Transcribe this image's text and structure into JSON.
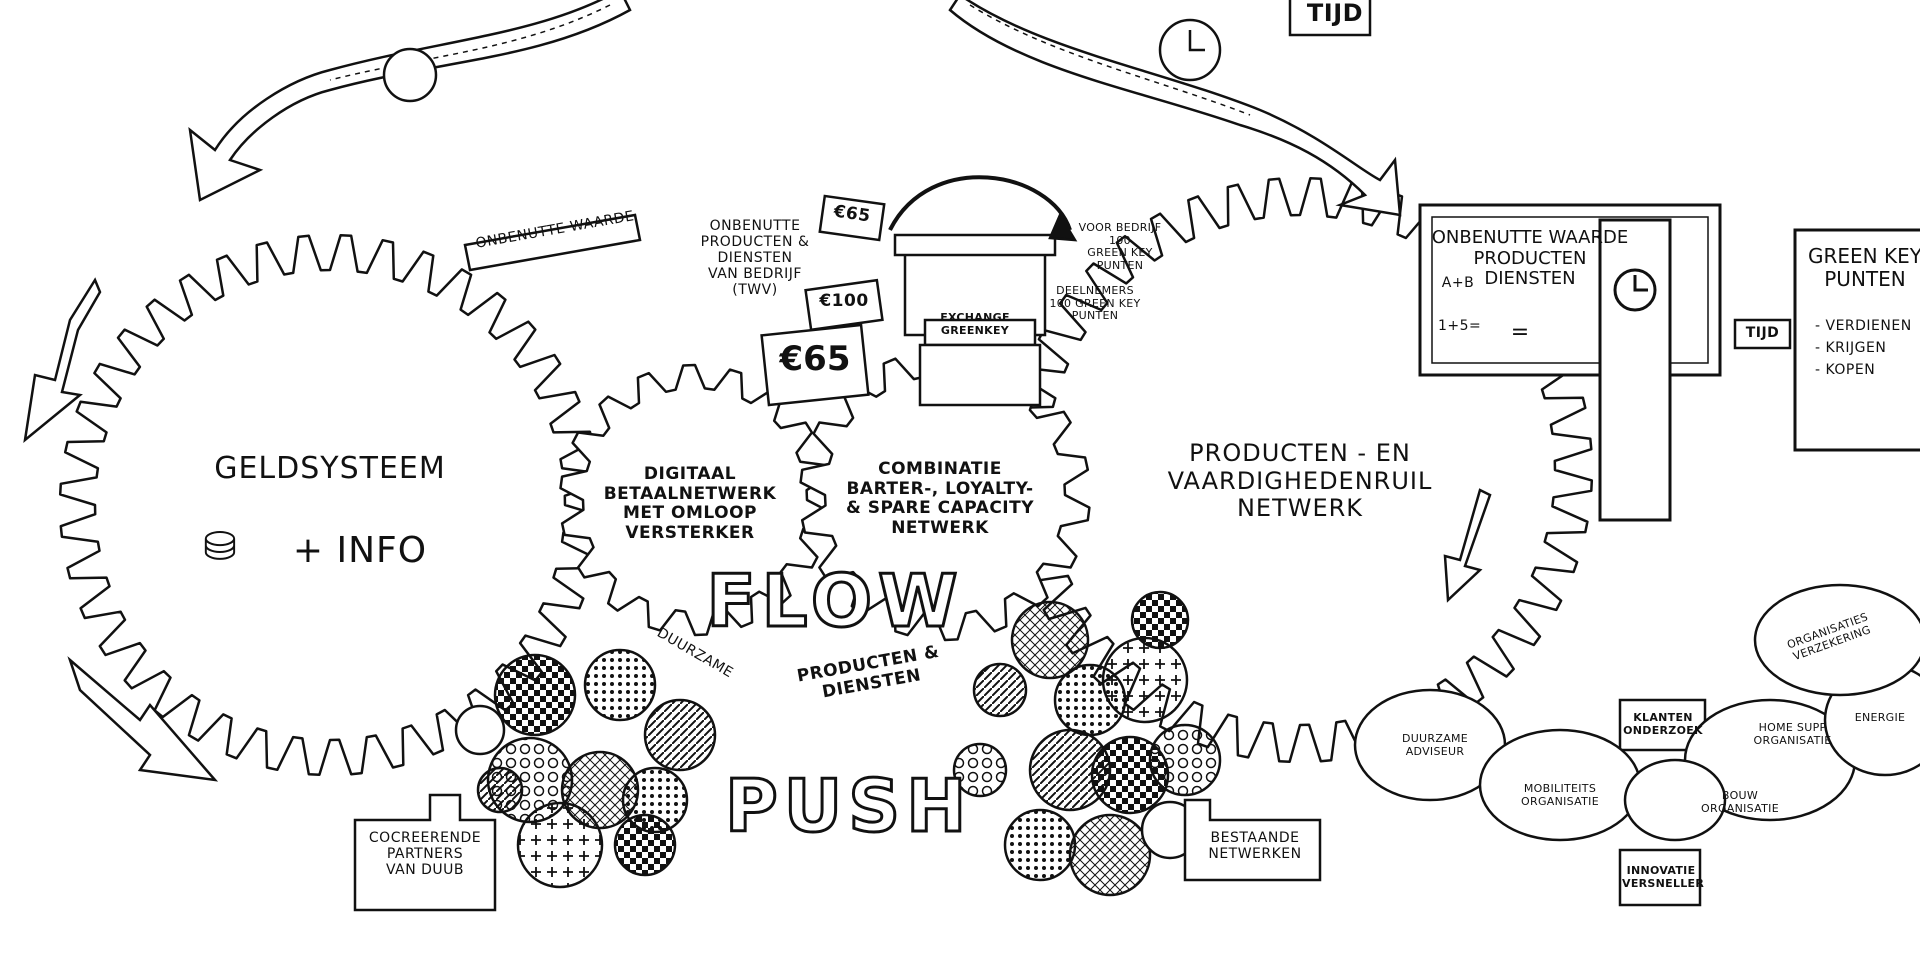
{
  "labels": {
    "tijd_top": "TIJD",
    "onbenutte_waarde_banner": "ONBENUTTE WAARDE",
    "onbenutte_producten": "ONBENUTTE\nPRODUCTEN &\nDIENSTEN\nVAN BEDRIJF\n(TWV)",
    "voor_bedrijf": "VOOR BEDRIJF\n100\nGREEN KEY\nPUNTEN",
    "deelnemers": "DEELNEMERS\n100 GREEN KEY\nPUNTEN",
    "exchange": "EXCHANGE\nGREENKEY",
    "price_65_small": "€65",
    "price_100": "€100",
    "price_65_big": "€65",
    "geldsysteem": "GELDSYSTEEM",
    "info": "+ INFO",
    "digitaal": "DIGITAAL\nBETAALNETWERK\nMET OMLOOP\nVERSTERKER",
    "combinatie": "COMBINATIE\nBARTER-, LOYALTY-\n& SPARE CAPACITY\nNETWERK",
    "producten_netwerk": "PRODUCTEN - EN\nVAARDIGHEDENRUIL\nNETWERK",
    "flow": "FLOW",
    "duurzame": "DUURZAME",
    "producten_diensten": "PRODUCTEN & DIENSTEN",
    "push": "PUSH",
    "cocreerende": "COCREERENDE\nPARTNERS\nVAN DUUB",
    "bestaande": "BESTAANDE\nNETWERKEN",
    "board_title": "ONBENUTTE WAARDE\nPRODUCTEN\nDIENSTEN",
    "board_a": "A+B",
    "board_eq": "1+5=",
    "board_equals": "=",
    "tijd_right": "TIJD",
    "green_key_title": "GREEN KEY\nPUNTEN",
    "green_key_items": [
      "- VERDIENEN",
      "- KRIJGEN",
      "- KOPEN"
    ],
    "duurzame_adviseur": "DUURZAME\nADVISEUR",
    "mobiliteits": "MOBILITEITS\nORGANISATIE",
    "klanten": "KLANTEN\nONDERZOEK",
    "bouw": "BOUW\nORGANISATIE",
    "homesupp": "HOME SUPP\nORGANISATIE",
    "energie": "ENERGIE",
    "organisaties": "ORGANISATIES\nVERZEKERING",
    "innovatie": "INNOVATIE\nVERSNELLER"
  }
}
